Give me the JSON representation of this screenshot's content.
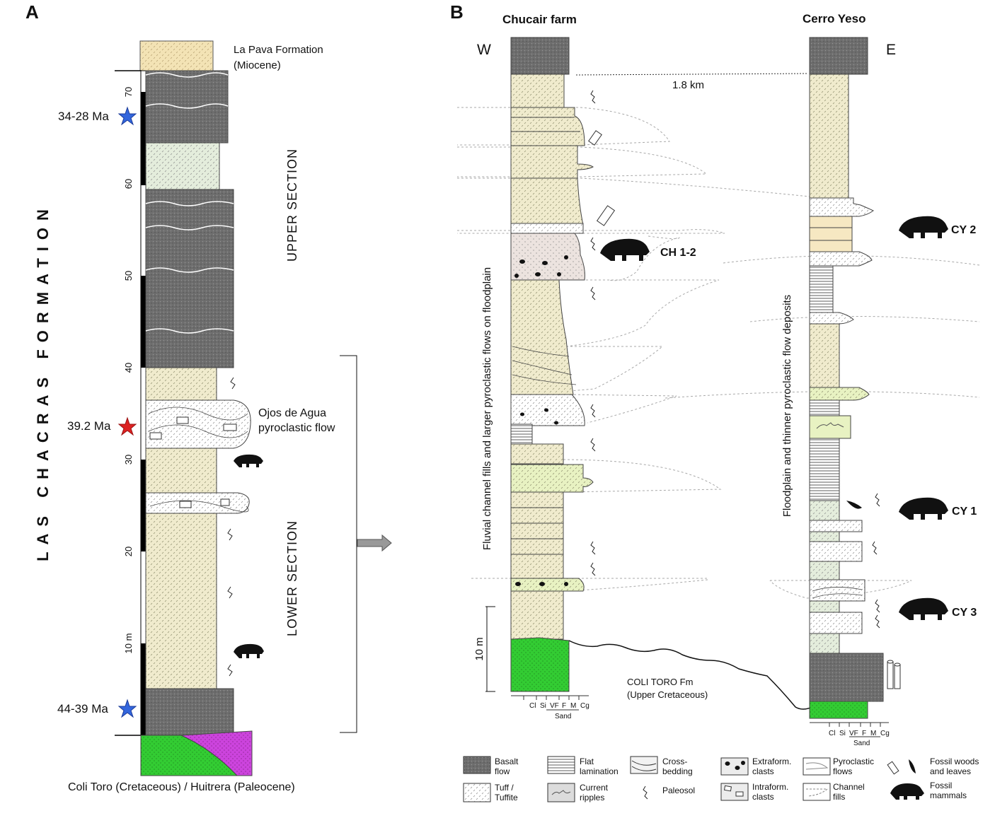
{
  "panel_a": {
    "letter": "A",
    "formation_title": "LAS CHACRAS FORMATION",
    "ages": [
      "34-28 Ma",
      "39.2 Ma",
      "44-39 Ma"
    ],
    "scale_ticks": [
      "10 m",
      "20",
      "30",
      "40",
      "50",
      "60",
      "70"
    ],
    "upper_section": "UPPER SECTION",
    "lower_section": "LOWER SECTION",
    "top_unit": [
      "La Pava Formation",
      "(Miocene)"
    ],
    "pyroclastic_label": [
      "Ojos de Agua",
      "pyroclastic flow"
    ],
    "base_label": "Coli Toro (Cretaceous) / Huitrera (Paleocene)"
  },
  "panel_b": {
    "letter": "B",
    "chucair_title": "Chucair farm",
    "cerro_title": "Cerro Yeso",
    "west": "W",
    "east": "E",
    "distance": "1.8 km",
    "chucair_facies": "Fluvial channel fills and larger pyroclastic flows on floodplain",
    "cerro_facies": "Floodplain and thinner pyroclastic flow deposits",
    "fossil_labels": [
      "CH 1-2",
      "CY 2",
      "CY 1",
      "CY 3"
    ],
    "scale_label": "10 m",
    "coli_toro": [
      "COLI TORO Fm",
      "(Upper Cretaceous)"
    ],
    "grain_ticks": [
      "Cl",
      "Si",
      "VF",
      "F",
      "M",
      "Cg"
    ],
    "grain_sand": "Sand"
  },
  "legend": [
    {
      "label": [
        "Basalt",
        "flow"
      ]
    },
    {
      "label": [
        "Tuff /",
        "Tuffite"
      ]
    },
    {
      "label": [
        "Flat",
        "lamination"
      ]
    },
    {
      "label": [
        "Current",
        "ripples"
      ]
    },
    {
      "label": [
        "Cross-",
        "bedding"
      ]
    },
    {
      "label": [
        "Paleosol"
      ]
    },
    {
      "label": [
        "Extraform.",
        "clasts"
      ]
    },
    {
      "label": [
        "Intraform.",
        "clasts"
      ]
    },
    {
      "label": [
        "Pyroclastic",
        "flows"
      ]
    },
    {
      "label": [
        "Channel",
        "fills"
      ]
    },
    {
      "label": [
        "Fossil woods",
        "and leaves"
      ]
    },
    {
      "label": [
        "Fossil",
        "mammals"
      ]
    }
  ],
  "colors": {
    "basalt": "#6e6e6e",
    "tuff": "#f0ebcd",
    "pale_green": "#e4eddc",
    "light_green": "#e8f2c2",
    "coli_green": "#33cc33",
    "magenta": "#cc44dd",
    "la_pava": "#f3e3b5",
    "pyro_pink": "#ece3df",
    "dashed": "#9a9a9a"
  },
  "icons": [
    "blue-star-icon",
    "red-star-icon",
    "mammal-icon",
    "fossil-wood-icon",
    "fossil-leaf-icon",
    "paleosol-icon",
    "arrow-right-icon"
  ]
}
